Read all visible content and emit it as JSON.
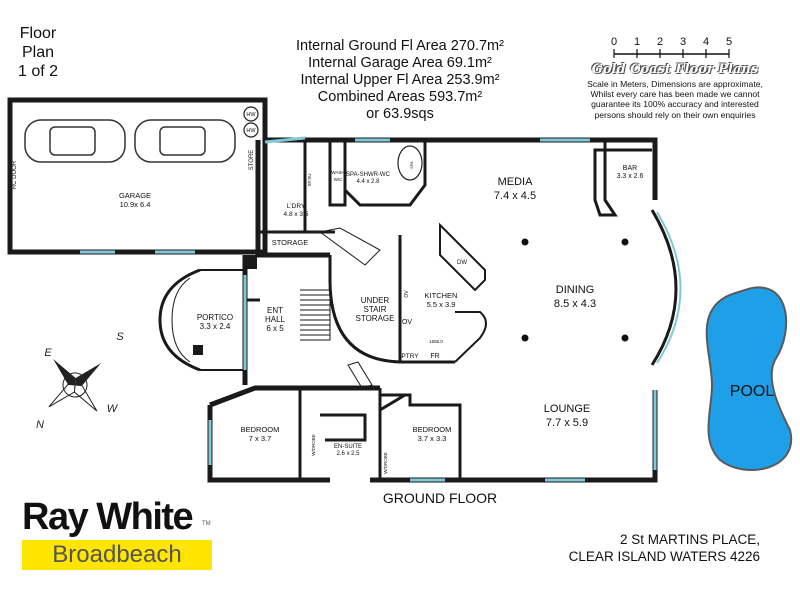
{
  "header": {
    "plan_title_line1": "Floor",
    "plan_title_line2": "Plan",
    "plan_title_line3": "1 of 2",
    "areas": [
      "Internal Ground Fl Area 270.7m²",
      "Internal Garage Area 69.1m²",
      "Internal Upper Fl Area 253.9m²",
      "Combined Areas 593.7m²",
      "or 63.9sqs"
    ]
  },
  "scale_bar": {
    "ticks": [
      "0",
      "1",
      "2",
      "3",
      "4",
      "5"
    ]
  },
  "drafter": {
    "brand": "Gold Coast Floor Plans",
    "disclaimer_lines": [
      "Scale in Meters, Dimensions are approximate,",
      "Whilst every care has been made we cannot",
      "guarantee its 100% accuracy and interested",
      "persons should rely on their own enquiries"
    ]
  },
  "rooms": {
    "garage": {
      "name": "GARAGE",
      "size": "10.9x 6.4"
    },
    "rc_door": "RC DOOR",
    "store": "STORE",
    "hw1": "HW",
    "hw2": "HW",
    "laundry": {
      "name": "L'DRY",
      "size": "4.8 x 3.5"
    },
    "storage": "STORAGE",
    "spa": {
      "name": "SPA-SHWR-WC",
      "size": "4.4 x 2.8"
    },
    "wash": "WASH",
    "wc": "W/C",
    "spa_tub": "SPA",
    "spa_label_dims": "SP.SU",
    "media": {
      "name": "MEDIA",
      "size": "7.4 x 4.5"
    },
    "bar": {
      "name": "BAR",
      "size": "3.3 x 2.6"
    },
    "kitchen": {
      "name": "KITCHEN",
      "size": "5.5 x 3.9"
    },
    "dw": "DW",
    "ov1": "OV",
    "ov2": "OV",
    "ptry": "PTRY",
    "fr": "FR",
    "kitchen_dims": "1656.0",
    "dining": {
      "name": "DINING",
      "size": "8.5 x 4.3"
    },
    "portico": {
      "name": "PORTICO",
      "size": "3.3 x 2.4"
    },
    "ent_hall": {
      "name": "ENT",
      "name2": "HALL",
      "size": "6 x 5"
    },
    "under_stair": {
      "name": "UNDER",
      "name2": "STAIR",
      "name3": "STORAGE"
    },
    "bedroom1": {
      "name": "BEDROOM",
      "size": "7 x 3.7"
    },
    "bedroom2": {
      "name": "BEDROOM",
      "size": "3.7 x 3.3"
    },
    "ensuite": {
      "name": "EN-SUITE",
      "size": "2.6 x 2.5"
    },
    "wdrobe1": "W/DROBE",
    "wdrobe2": "W/DROBE",
    "lounge": {
      "name": "LOUNGE",
      "size": "7.7 x 5.9"
    },
    "pool": "POOL"
  },
  "floor_label": "GROUND FLOOR",
  "address": {
    "line1": "2 St MARTINS PLACE,",
    "line2": "CLEAR ISLAND WATERS 4226"
  },
  "compass": {
    "n": "N",
    "s": "S",
    "e": "E",
    "w": "W"
  },
  "logo": {
    "name": "Ray White",
    "tm": "TM",
    "office": "Broadbeach"
  },
  "colors": {
    "window": "#7ec8d8",
    "pool": "#1e9fe8",
    "wall": "#1a1a1a",
    "logo_yellow": "#ffe500"
  }
}
